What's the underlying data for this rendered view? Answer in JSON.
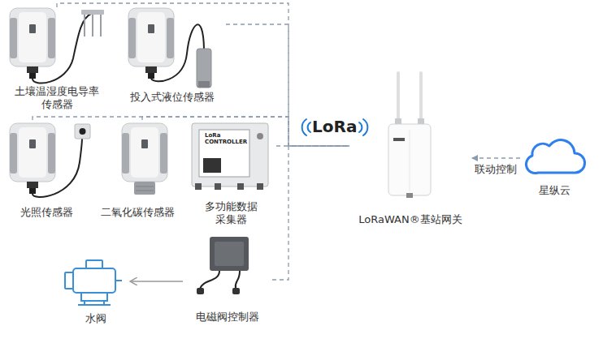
{
  "diagram": {
    "nodes": [
      {
        "text": [
          "土壤温湿度电导率传感器"
        ]
      },
      {
        "text": [
          "投入式液位传感器"
        ]
      },
      {
        "text": [
          "光照传感器"
        ]
      },
      {
        "text": [
          "二氧化碳传感器"
        ]
      },
      {
        "text": [
          "多功能数据采集器"
        ]
      },
      {
        "text": [
          "水阀"
        ]
      },
      {
        "text": [
          "电磁阀控制器"
        ]
      },
      {
        "text": [
          "LoRaWAN®基站网关"
        ]
      },
      {
        "text": [
          "星纵云"
        ]
      }
    ],
    "edges": [
      {
        "from": 0,
        "to": 7,
        "arrow": "none"
      },
      {
        "from": 1,
        "to": 7,
        "arrow": "none"
      },
      {
        "from": 2,
        "to": 7,
        "arrow": "none"
      },
      {
        "from": 3,
        "to": 7,
        "arrow": "none"
      },
      {
        "from": 4,
        "to": 7,
        "arrow": "none"
      },
      {
        "from": 6,
        "to": 7,
        "arrow": "none"
      },
      {
        "from": 6,
        "to": 5,
        "arrow": "to"
      },
      {
        "from": 8,
        "to": 7,
        "label": "联动控制",
        "arrow": "to"
      }
    ],
    "labels": [
      "LoRa",
      "LoRa CONTROLLER"
    ]
  }
}
